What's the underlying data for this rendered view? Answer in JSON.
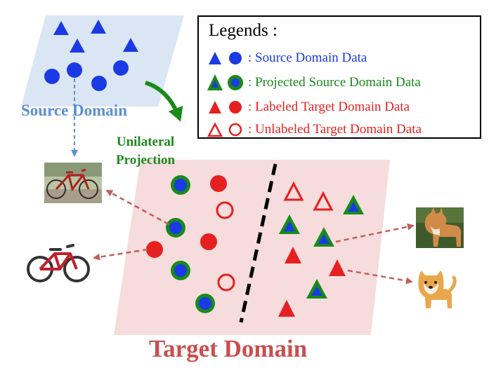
{
  "labels": {
    "source_domain": "Source Domain",
    "unilateral": "Unilateral",
    "projection": "Projection",
    "target_domain": "Target Domain"
  },
  "legend": {
    "title": "Legends :",
    "items": [
      {
        "text": ": Source Domain Data",
        "color": "#1a3ae6"
      },
      {
        "text": ": Projected Source Domain Data",
        "color": "#1a8a1a"
      },
      {
        "text": ": Labeled Target Domain Data",
        "color": "#e62020"
      },
      {
        "text": ": Unlabeled Target Domain Data",
        "color": "#e62020"
      }
    ]
  },
  "colors": {
    "source_blue": "#1a3ae6",
    "projected_green": "#1a8a1a",
    "target_red": "#e62020",
    "source_region": "#dbe6f4",
    "target_region": "#f6dcdc",
    "arrow_green": "#1a8a1a",
    "arrow_red": "#c0605a",
    "arrow_blue": "#5b8fd6"
  },
  "icons": [
    "bicycle-photo",
    "bicycle-icon",
    "dog-photo",
    "dog-icon"
  ]
}
